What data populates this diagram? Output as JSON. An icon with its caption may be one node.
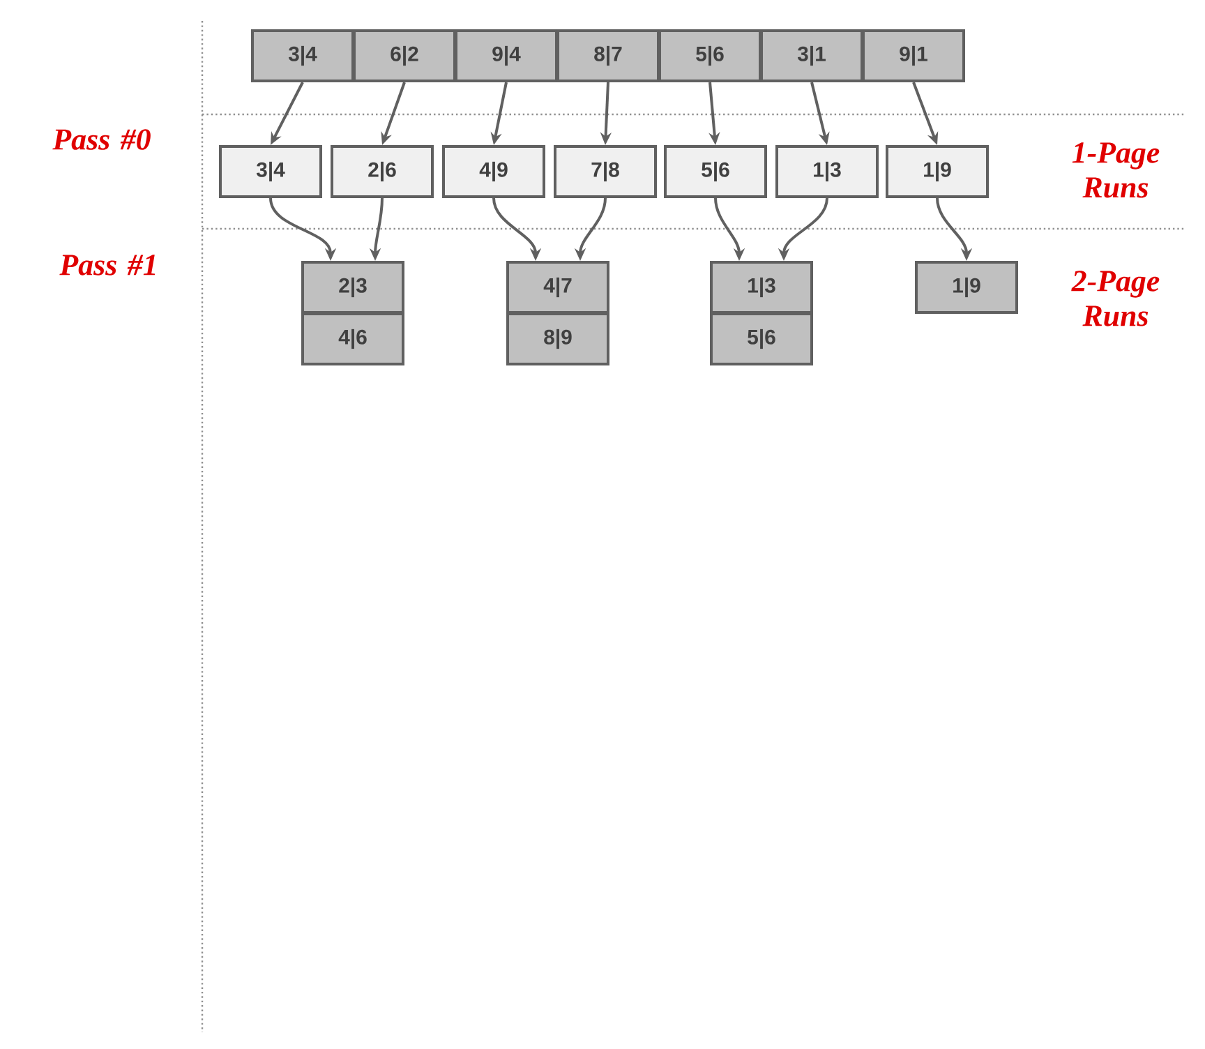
{
  "diagram": {
    "nodes": [
      {
        "text": [
          "3|4"
        ]
      },
      {
        "text": [
          "6|2"
        ]
      },
      {
        "text": [
          "9|4"
        ]
      },
      {
        "text": [
          "8|7"
        ]
      },
      {
        "text": [
          "5|6"
        ]
      },
      {
        "text": [
          "3|1"
        ]
      },
      {
        "text": [
          "9|1"
        ]
      },
      {
        "text": [
          "3|4"
        ]
      },
      {
        "text": [
          "2|6"
        ]
      },
      {
        "text": [
          "4|9"
        ]
      },
      {
        "text": [
          "7|8"
        ]
      },
      {
        "text": [
          "5|6"
        ]
      },
      {
        "text": [
          "1|3"
        ]
      },
      {
        "text": [
          "1|9"
        ]
      },
      {
        "text": [
          "2|3"
        ]
      },
      {
        "text": [
          "4|6"
        ]
      },
      {
        "text": [
          "4|7"
        ]
      },
      {
        "text": [
          "8|9"
        ]
      },
      {
        "text": [
          "1|3"
        ]
      },
      {
        "text": [
          "5|6"
        ]
      },
      {
        "text": [
          "1|9"
        ]
      }
    ],
    "edges": [
      {
        "from": 0,
        "to": 7,
        "arrow": "to"
      },
      {
        "from": 1,
        "to": 8,
        "arrow": "to"
      },
      {
        "from": 2,
        "to": 9,
        "arrow": "to"
      },
      {
        "from": 3,
        "to": 10,
        "arrow": "to"
      },
      {
        "from": 4,
        "to": 11,
        "arrow": "to"
      },
      {
        "from": 5,
        "to": 12,
        "arrow": "to"
      },
      {
        "from": 6,
        "to": 13,
        "arrow": "to"
      },
      {
        "from": 7,
        "to": 14,
        "arrow": "to"
      },
      {
        "from": 8,
        "to": 14,
        "arrow": "to"
      },
      {
        "from": 9,
        "to": 16,
        "arrow": "to"
      },
      {
        "from": 10,
        "to": 16,
        "arrow": "to"
      },
      {
        "from": 11,
        "to": 18,
        "arrow": "to"
      },
      {
        "from": 12,
        "to": 18,
        "arrow": "to"
      },
      {
        "from": 13,
        "to": 20,
        "arrow": "to"
      }
    ],
    "labels": [
      "Pass #0",
      "Pass #1",
      "1-Page Runs",
      "2-Page Runs"
    ]
  }
}
